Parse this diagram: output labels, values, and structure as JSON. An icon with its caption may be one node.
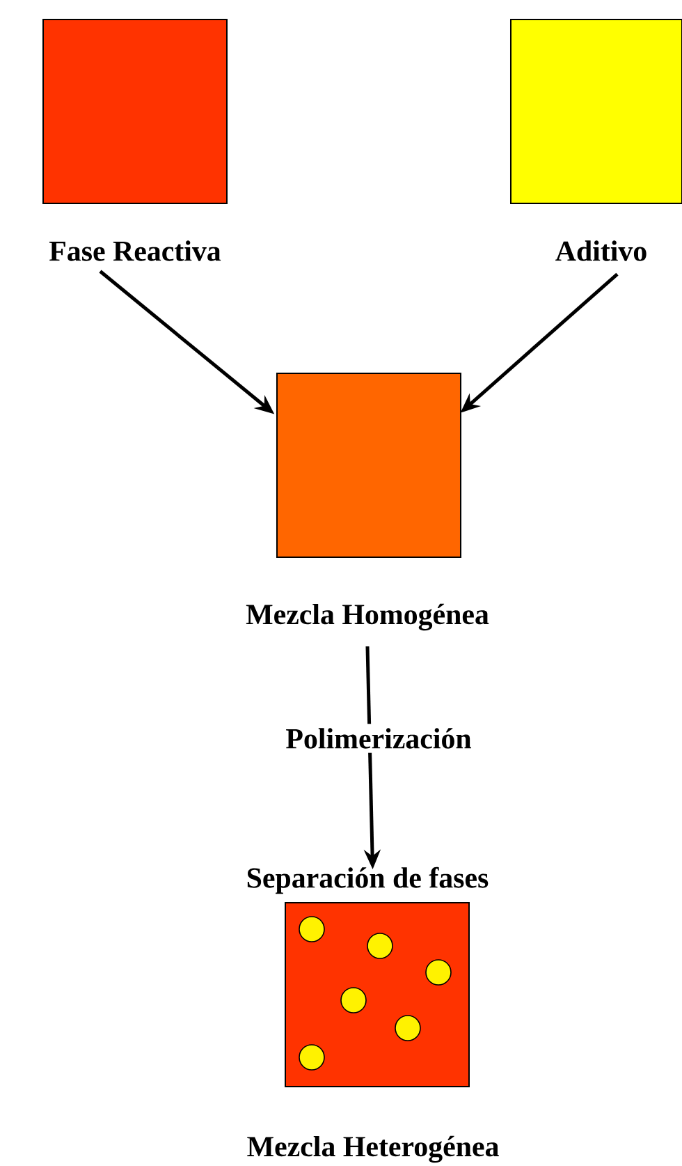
{
  "diagram": {
    "nodes": [
      {
        "text": [
          "Fase Reactiva"
        ]
      },
      {
        "text": [
          "Aditivo"
        ]
      },
      {
        "text": [
          "Mezcla Homogénea"
        ]
      },
      {
        "text": [
          "Separación de fases",
          "Mezcla Heterogénea"
        ]
      }
    ],
    "edges": [
      {
        "from": 0,
        "to": 2,
        "arrow": "to"
      },
      {
        "from": 1,
        "to": 2,
        "arrow": "to"
      },
      {
        "from": 2,
        "to": 3,
        "arrow": "to",
        "label": "Polimerización"
      }
    ]
  }
}
